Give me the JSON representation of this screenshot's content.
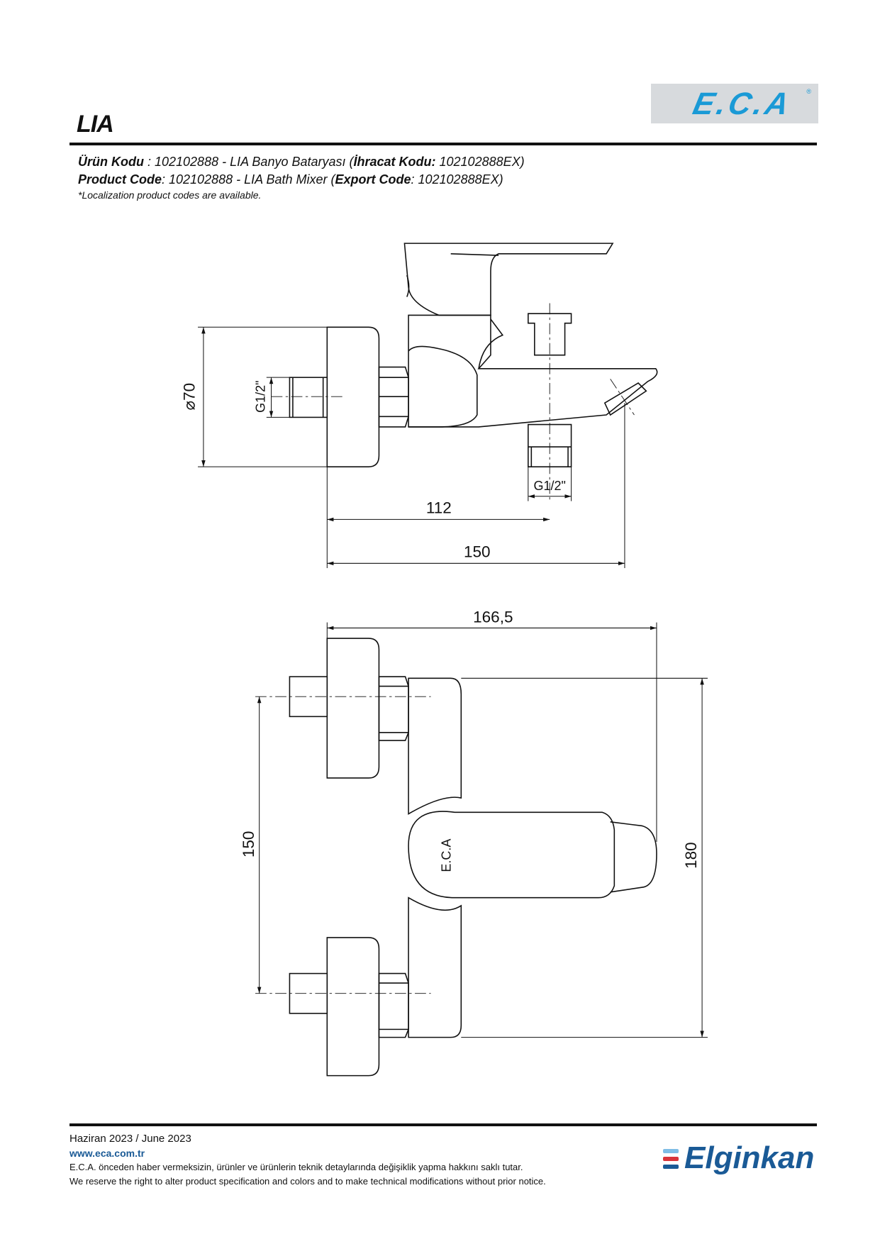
{
  "header": {
    "title": "LIA",
    "logo_text": "E.C.A",
    "logo_mark": "®",
    "product_tr_label": "Ürün Kodu",
    "product_tr_value": " : 102102888 - LIA Banyo Bataryası (",
    "export_tr_label": "İhracat Kodu:",
    "export_tr_value": " 102102888EX)",
    "product_en_label": "Product Code",
    "product_en_value": ": 102102888 - LIA Bath Mixer (",
    "export_en_label": "Export Code",
    "export_en_value": ": 102102888EX)",
    "note": "*Localization product codes are available."
  },
  "drawing": {
    "side_view": {
      "diameter": "⌀70",
      "thread_left": "G1/2\"",
      "thread_bottom": "G1/2\"",
      "dim_112": "112",
      "dim_150": "150"
    },
    "top_view": {
      "dim_width": "166,5",
      "dim_inlets": "150",
      "dim_height": "180",
      "handle_logo": "E.C.A"
    }
  },
  "footer": {
    "date": "Haziran 2023 / June 2023",
    "url": "www.eca.com.tr",
    "disclaimer_tr": "E.C.A. önceden haber vermeksizin, ürünler ve ürünlerin teknik detaylarında değişiklik yapma hakkını saklı tutar.",
    "disclaimer_en": "We reserve the right to alter product specification and colors and to make technical modifications without prior notice.",
    "brand": "Elginkan",
    "brand_colors": [
      "#7fbde6",
      "#d9343a",
      "#1a5a96"
    ]
  }
}
